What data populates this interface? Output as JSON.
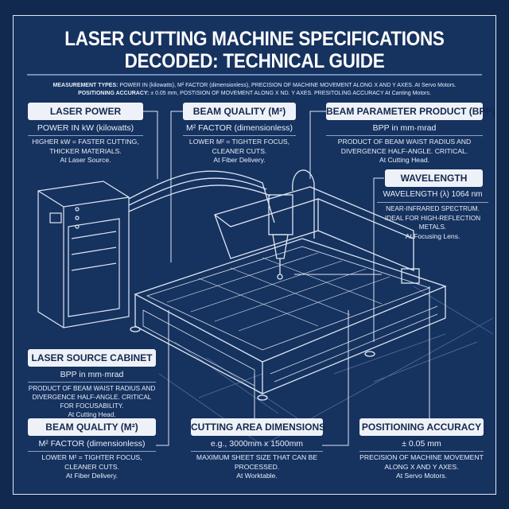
{
  "title": {
    "line1": "LASER CUTTING MACHINE SPECIFICATIONS",
    "line2": "DECODED: TECHNICAL GUIDE"
  },
  "measurement": {
    "label1": "MEASUREMENT TYPES:",
    "text1": "POWER IN (kilowatts), M² FACTOR (dimensionless),   PRECISION OF MACHINE MOVEMENT ALONG X AND Y AXES. At Servo Motors.",
    "label2": "POSITIONING ACCURACY:",
    "text2": "± 0.05 mm,  POSTISION OF MOVEMENT ALONG X ND. Y AXES. PRESITOLING ACCURACY At Canting Motors."
  },
  "cards": {
    "laser_power": {
      "label": "LASER POWER",
      "sub": "POWER IN kW (kilowatts)",
      "desc": "HIGHER kW = FASTER CUTTING, THICKER MATERIALS.",
      "loc": "At Laser Source."
    },
    "beam_quality_top": {
      "label": "BEAM QUALITY (M²)",
      "sub": "M² FACTOR (dimensionless)",
      "desc": "LOWER M² = TIGHTER FOCUS, CLEANER CUTS.",
      "loc": "At Fiber Delivery."
    },
    "bpp": {
      "label": "BEAM PARAMETER PRODUCT (BPP)",
      "sub": "BPP in mm·mrad",
      "desc": "PRODUCT OF BEAM WAIST RADIUS AND DIVERGENCE HALF-ANGLE. CRITICAL.",
      "loc": "At Cutting Head."
    },
    "wavelength": {
      "label": "WAVELENGTH",
      "sub": "WAVELENGTH (λ) 1064 nm",
      "desc": "NEAR-INFRARED SPECTRUM. IDEAL FOR HIGH-REFLECTION METALS.",
      "loc": "At Focusing Lens."
    },
    "cabinet": {
      "label": "LASER SOURCE CABINET",
      "sub": "BPP in mm·mrad",
      "desc": "PRODUCT OF BEAM WAIST RADIUS AND DIVERGENCE HALF-ANGLE. CRITICAL FOR FOCUSABILITY.",
      "loc": "At Cutting Head."
    },
    "beam_quality_bottom": {
      "label": "BEAM QUALITY (M²)",
      "sub": "M² FACTOR (dimensionless)",
      "desc": "LOWER M² = TIGHTER FOCUS, CLEANER CUTS.",
      "loc": "At Fiber Delivery."
    },
    "cutting_area": {
      "label": "CUTTING AREA DIMENSIONS",
      "sub": "e.g., 3000mm x 1500mm",
      "desc": "MAXIMUM SHEET SIZE THAT CAN BE PROCESSED.",
      "loc": "At Worktable."
    },
    "positioning": {
      "label": "POSITIONING ACCURACY",
      "sub": "± 0.05 mm",
      "desc": "PRECISION OF MACHINE MOVEMENT ALONG X AND Y AXES.",
      "loc": "At Servo Motors."
    }
  },
  "colors": {
    "background": "#16325f",
    "line": "#dfe7f3",
    "label_bg": "#eef2f8",
    "label_text": "#14284e"
  }
}
